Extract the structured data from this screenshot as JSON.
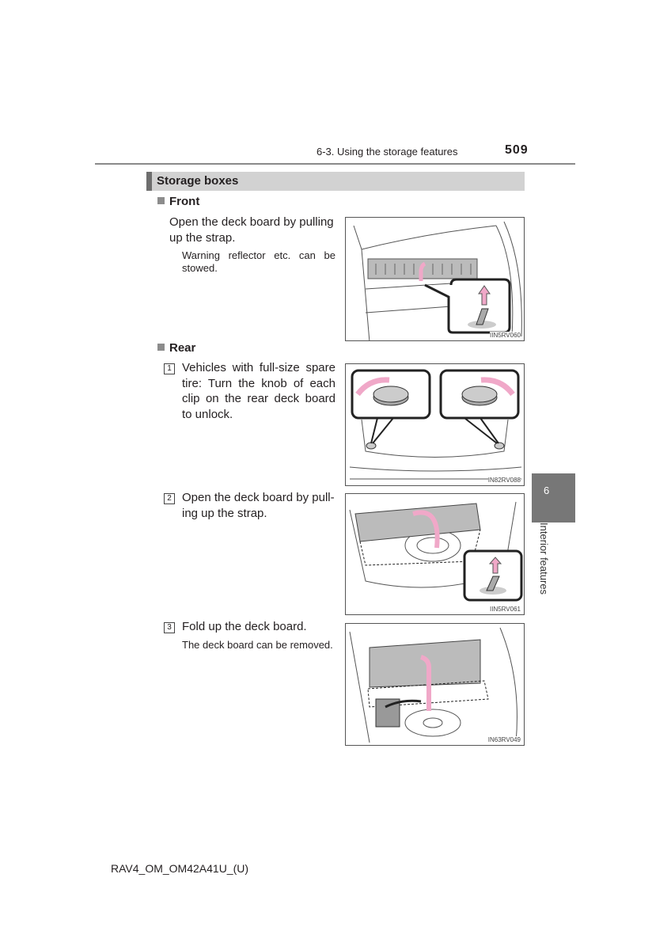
{
  "header": {
    "section_title": "6-3. Using the storage features",
    "page_number": "509"
  },
  "section": {
    "title": "Storage boxes"
  },
  "front": {
    "heading": "Front",
    "text": "Open the deck board by pulling up the strap.",
    "note": "Warning reflector etc. can be stowed.",
    "figure_label": "IIN5RV060"
  },
  "rear": {
    "heading": "Rear",
    "steps": [
      {
        "number": "1",
        "text": "Vehicles with full-size spare tire: Turn the knob of each clip on the rear deck board to unlock.",
        "figure_label": "IN82RV088"
      },
      {
        "number": "2",
        "text": "Open the deck board by pull-ing up the strap.",
        "figure_label": "IIN5RV061"
      },
      {
        "number": "3",
        "text": "Fold up the deck board.",
        "note": "The deck board can be removed.",
        "figure_label": "IN63RV049"
      }
    ]
  },
  "side_tab": {
    "chapter": "6",
    "label": "Interior features"
  },
  "footer": {
    "doc_code": "RAV4_OM_OM42A41U_(U)"
  },
  "colors": {
    "arrow": "#f0a8c8",
    "tab": "#777777",
    "section_bar": "#d2d2d2"
  }
}
